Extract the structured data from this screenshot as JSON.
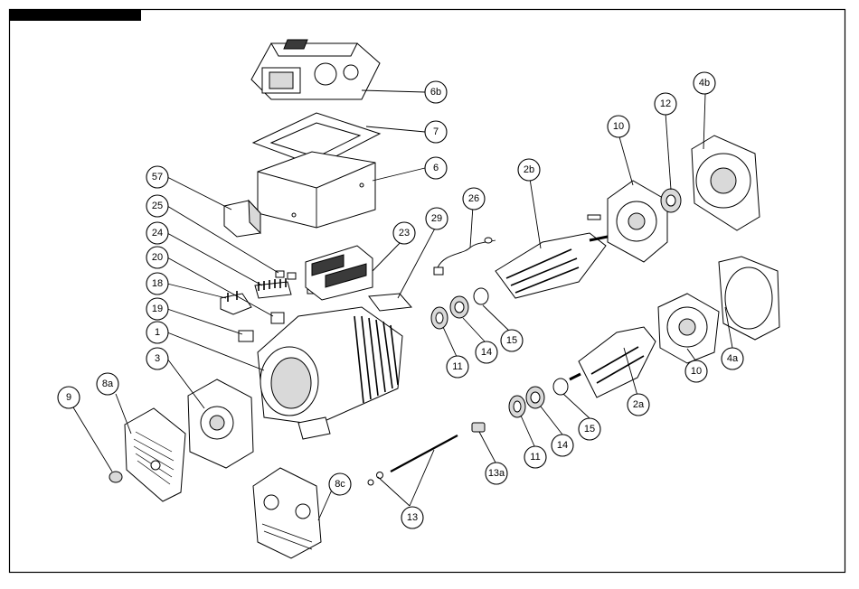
{
  "callouts": [
    {
      "id": "6b",
      "label": "6b"
    },
    {
      "id": "7",
      "label": "7"
    },
    {
      "id": "6",
      "label": "6"
    },
    {
      "id": "57",
      "label": "57"
    },
    {
      "id": "25",
      "label": "25"
    },
    {
      "id": "24",
      "label": "24"
    },
    {
      "id": "20",
      "label": "20"
    },
    {
      "id": "18",
      "label": "18"
    },
    {
      "id": "19",
      "label": "19"
    },
    {
      "id": "1",
      "label": "1"
    },
    {
      "id": "3",
      "label": "3"
    },
    {
      "id": "8a",
      "label": "8a"
    },
    {
      "id": "9",
      "label": "9"
    },
    {
      "id": "8c",
      "label": "8c"
    },
    {
      "id": "13",
      "label": "13"
    },
    {
      "id": "13a",
      "label": "13a"
    },
    {
      "id": "23",
      "label": "23"
    },
    {
      "id": "29",
      "label": "29"
    },
    {
      "id": "26",
      "label": "26"
    },
    {
      "id": "2b",
      "label": "2b"
    },
    {
      "id": "10-top",
      "label": "10"
    },
    {
      "id": "12",
      "label": "12"
    },
    {
      "id": "4b",
      "label": "4b"
    },
    {
      "id": "11-top",
      "label": "11"
    },
    {
      "id": "14-top",
      "label": "14"
    },
    {
      "id": "15-top",
      "label": "15"
    },
    {
      "id": "4a",
      "label": "4a"
    },
    {
      "id": "10-bottom",
      "label": "10"
    },
    {
      "id": "2a",
      "label": "2a"
    },
    {
      "id": "15-bottom",
      "label": "15"
    },
    {
      "id": "14-bottom",
      "label": "14"
    },
    {
      "id": "11-bottom",
      "label": "11"
    }
  ]
}
